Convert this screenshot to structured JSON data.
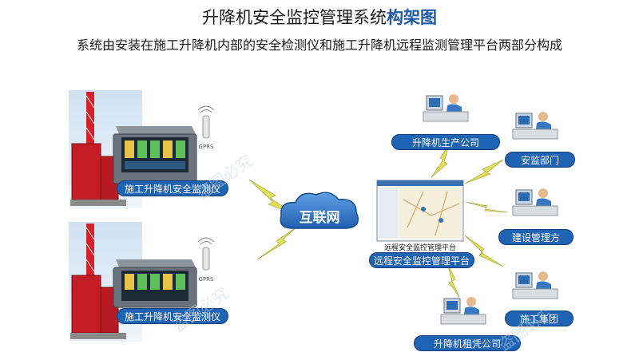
{
  "header": {
    "title_main": "升降机安全监控管理系统",
    "title_highlight": "构架图",
    "subtitle": "系统由安装在施工升降机内部的安全检测仪和施工升降机远程监测管理平台两部分构成"
  },
  "devices": [
    {
      "label": "施工升降机安全监测仪",
      "gprs": "GPRS"
    },
    {
      "label": "施工升降机安全监测仪",
      "gprs": "GPRS"
    }
  ],
  "cloud": {
    "label": "互联网"
  },
  "platform": {
    "caption": "远程安全监控管理平台",
    "label": "远程安全监控管理平台"
  },
  "stations": [
    {
      "label": "升降机生产公司"
    },
    {
      "label": "安监部门"
    },
    {
      "label": "建设管理方"
    },
    {
      "label": "施工集团"
    },
    {
      "label": "升降机租凭公司"
    }
  ],
  "watermarks": [
    "盗图必究",
    "盗图必究",
    "盗图必究"
  ],
  "colors": {
    "accent": "#1f63b5",
    "lightning": "#e3e05a",
    "cloud": "#2e74c7",
    "tower": "#d8202a"
  }
}
